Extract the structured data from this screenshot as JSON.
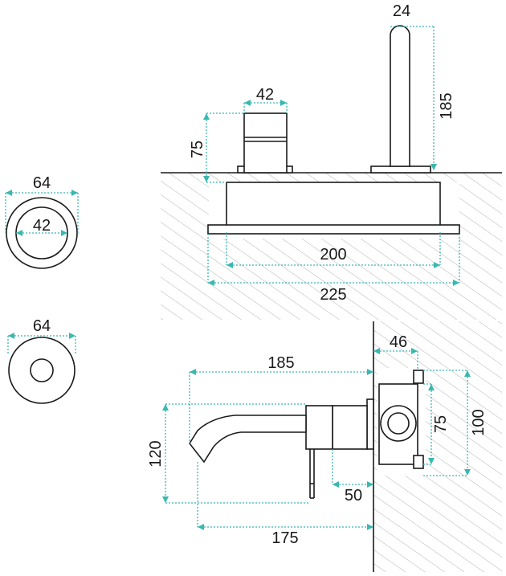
{
  "colors": {
    "outline": "#1a1a1a",
    "dimension": "#38b8b0",
    "hatch": "#b3b3b3"
  },
  "dimensions": {
    "top_body_width": "42",
    "top_body_height": "75",
    "top_spout_width": "24",
    "top_spout_height": "185",
    "top_box_inner": "200",
    "top_box_outer": "225",
    "rosette_large_outer": "64",
    "rosette_large_inner": "42",
    "rosette_small_outer": "64",
    "side_spout_length": "185",
    "side_spout_height": "120",
    "side_projection": "175",
    "side_plate_offset": "50",
    "side_box_depth": "46",
    "side_box_inner_height": "75",
    "side_box_outer_height": "100"
  }
}
